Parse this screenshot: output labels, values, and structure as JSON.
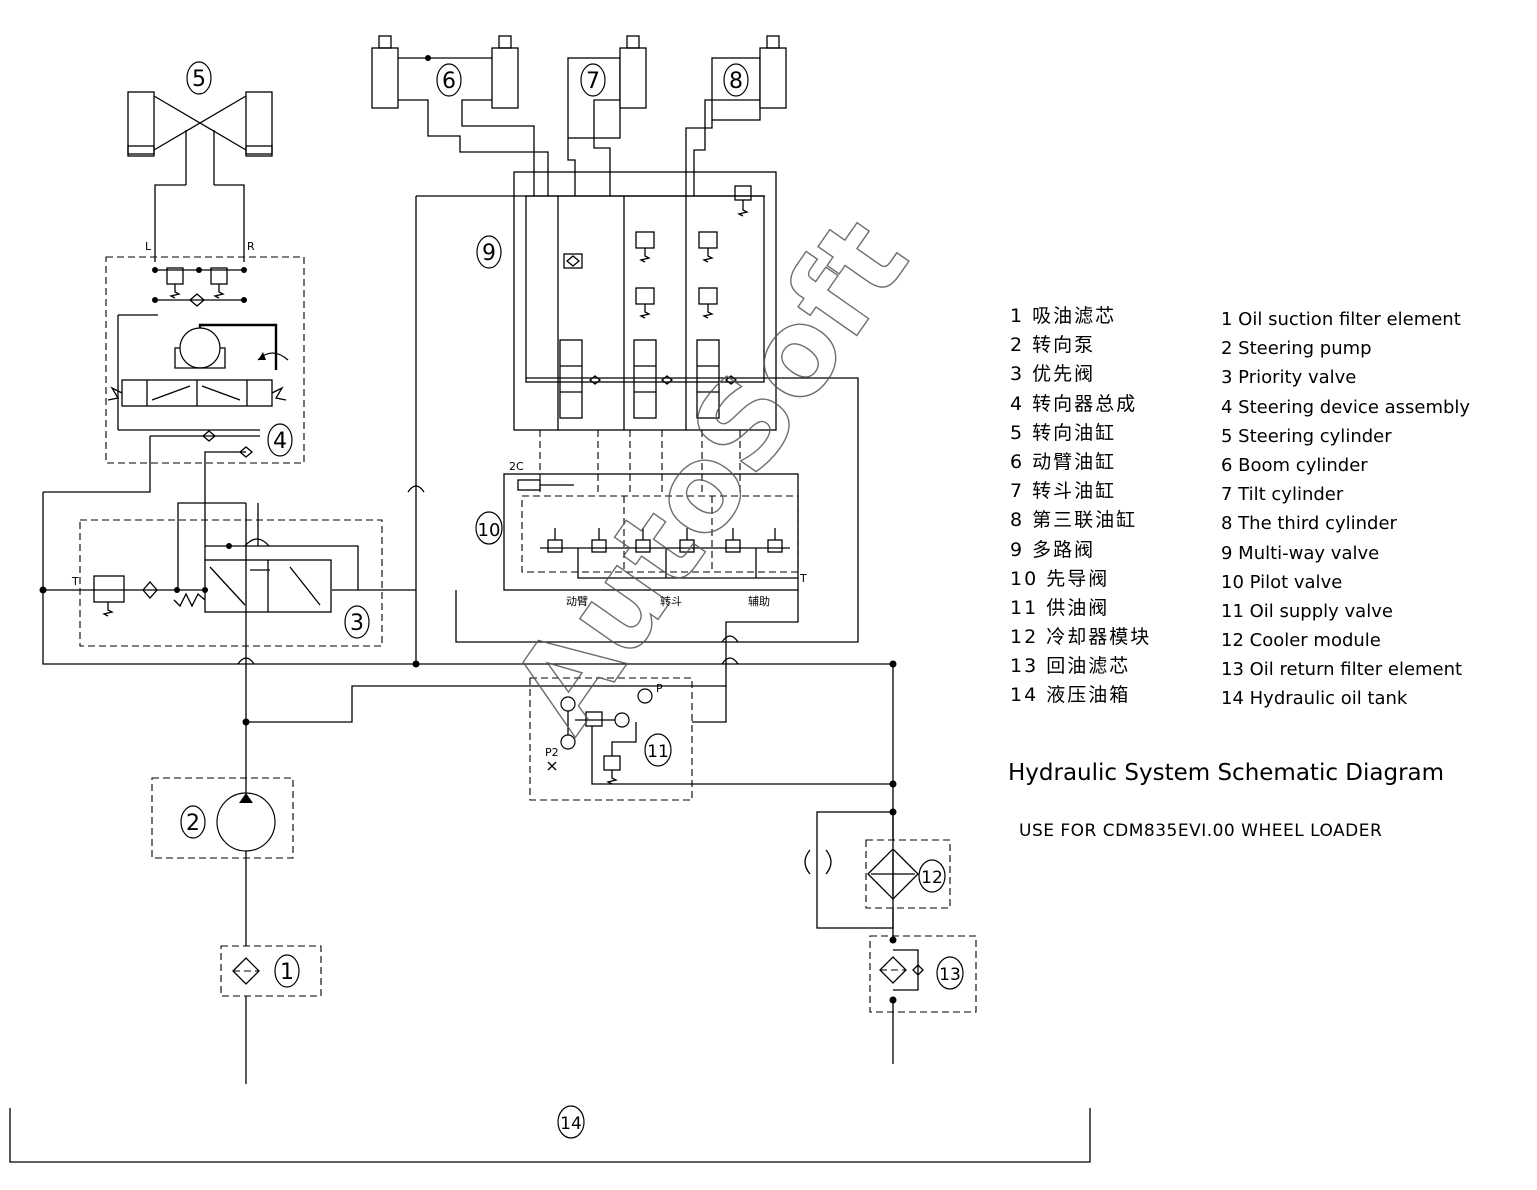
{
  "diagram": {
    "title": "Hydraulic System Schematic Diagram",
    "subtitle": "USE FOR CDM835EVI.00 WHEEL LOADER",
    "watermark": "AutoSoft",
    "component_numbers": [
      "1",
      "2",
      "3",
      "4",
      "5",
      "6",
      "7",
      "8",
      "9",
      "10",
      "11",
      "12",
      "13",
      "14"
    ],
    "port_labels": {
      "left": "L",
      "right": "R",
      "tank": "T",
      "pressure": "P",
      "pressure_2": "P2",
      "pilot": "2C"
    },
    "valve_section_labels": [
      "动臂",
      "转斗",
      "辅助"
    ]
  },
  "legend_cn": [
    "1 吸油滤芯",
    "2 转向泵",
    "3 优先阀",
    "4 转向器总成",
    "5 转向油缸",
    "6 动臂油缸",
    "7 转斗油缸",
    "8 第三联油缸",
    "9 多路阀",
    "10 先导阀",
    "11 供油阀",
    "12 冷却器模块",
    "13 回油滤芯",
    "14 液压油箱"
  ],
  "legend_en": [
    "1 Oil suction filter element",
    "2 Steering pump",
    "3 Priority valve",
    "4 Steering device assembly",
    "5 Steering cylinder",
    "6 Boom cylinder",
    "7 Tilt cylinder",
    "8 The third cylinder",
    "9 Multi-way valve",
    "10 Pilot valve",
    "11 Oil supply valve",
    "12 Cooler module",
    "13 Oil return filter element",
    "14 Hydraulic oil tank"
  ]
}
